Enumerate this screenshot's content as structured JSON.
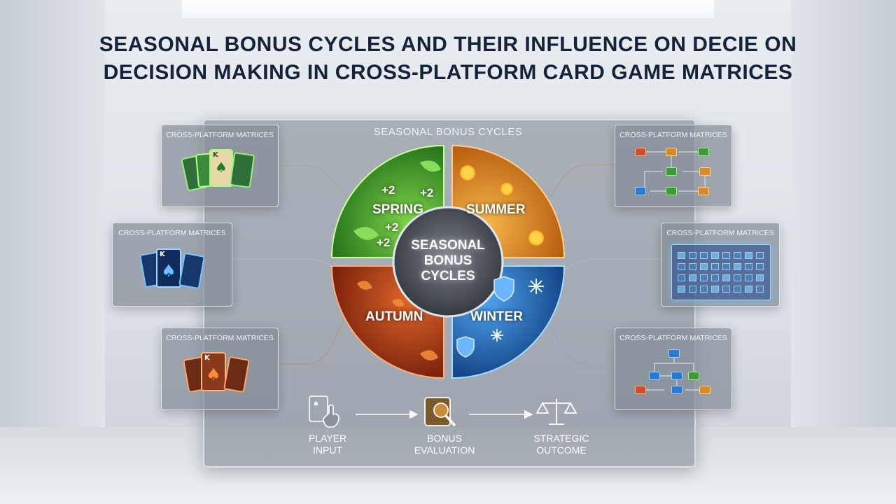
{
  "title": {
    "line1": "SEASONAL BONUS CYCLES AND THEIR INFLUENCE ON DECIE ON",
    "line2": "DECISION MAKING IN CROSS-PLATFORM CARD GAME MATRICES"
  },
  "main_panel": {
    "heading": "SEASONAL BONUS CYCLES"
  },
  "center": {
    "line1": "SEASONAL",
    "line2": "BONUS",
    "line3": "CYCLES"
  },
  "seasons": {
    "spring": {
      "label": "SPRING",
      "bonus": "+2",
      "color": "#2e9b2a"
    },
    "summer": {
      "label": "SUMMER",
      "color": "#e07a12"
    },
    "autumn": {
      "label": "AUTUMN",
      "color": "#b83a12"
    },
    "winter": {
      "label": "WINTER",
      "color": "#1c6fc4"
    }
  },
  "side_panels": {
    "left_top": "CROSS-PLATFORM MATRICES",
    "left_mid": "CROSS-PLATFORM MATRICES",
    "left_bottom": "CROSS-PLATFORM MATRICES",
    "right_top": "CROSS-PLATFORM MATRICES",
    "right_mid": "CROSS-PLATFORM MATRICES",
    "right_bottom": "CROSS-PLATFORM MATRICES"
  },
  "cards": {
    "left_top_rank": "K",
    "left_mid_rank": "K",
    "left_bottom_rank": "K"
  },
  "flow": {
    "step1": {
      "line1": "PLAYER",
      "line2": "INPUT",
      "icon": "hand-card-icon"
    },
    "step2": {
      "line1": "BONUS",
      "line2": "EVALUATION",
      "icon": "magnifier-icon"
    },
    "step3": {
      "line1": "STRATEGIC",
      "line2": "OUTCOME",
      "icon": "scales-icon"
    }
  }
}
